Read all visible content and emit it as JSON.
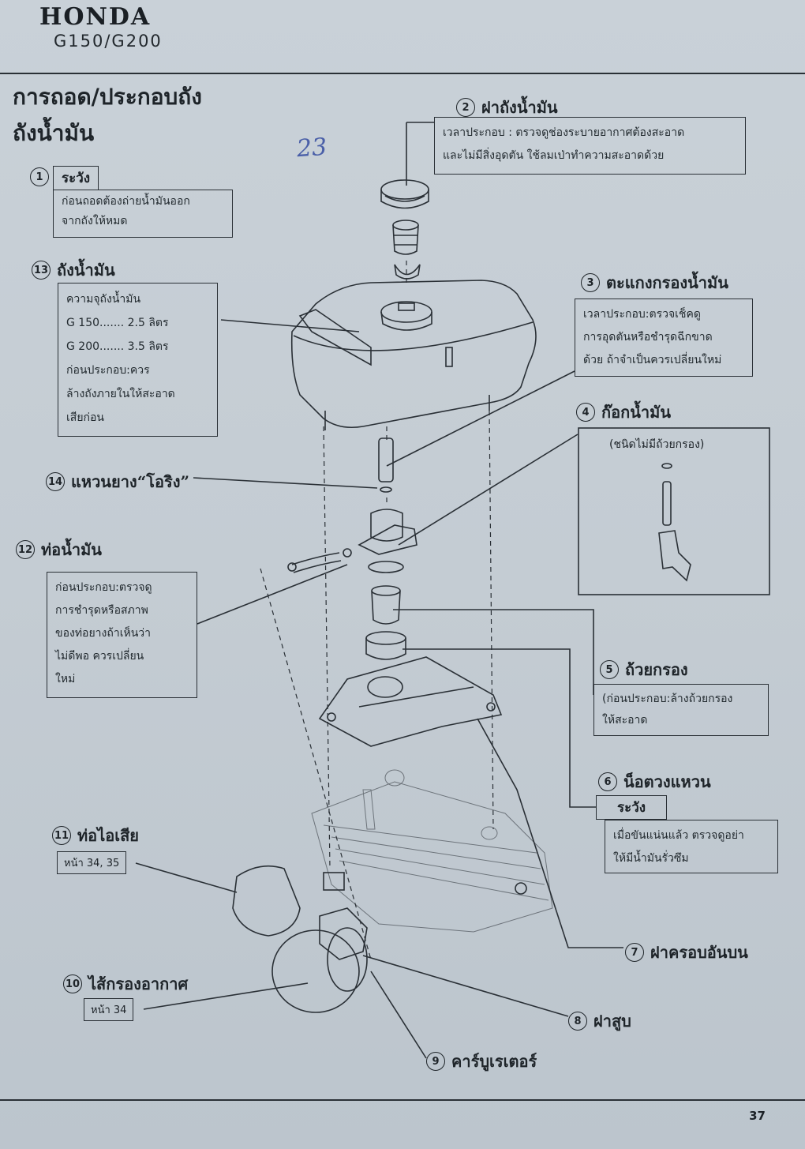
{
  "header": {
    "brand": "HONDA",
    "model": "G150/G200",
    "page_number": "37"
  },
  "title": {
    "line1": "การถอด/ประกอบถัง",
    "line2": "ถังน้ำมัน"
  },
  "handwritten_note": "23",
  "callouts": {
    "c1": {
      "num": "1",
      "warning": "ระวัง",
      "text": [
        "ก่อนถอดต้องถ่ายน้ำมันออก",
        "จากถังให้หมด"
      ]
    },
    "c2": {
      "num": "2",
      "label": "ฝาถังน้ำมัน",
      "text": [
        "เวลาประกอบ : ตรวจดูช่องระบายอากาศต้องสะอาด",
        "และไม่มีสิ่งอุดตัน ใช้ลมเป่าทำความสะอาดด้วย"
      ]
    },
    "c3": {
      "num": "3",
      "label": "ตะแกงกรองน้ำมัน",
      "text": [
        "เวลาประกอบ:ตรวจเช็คดู",
        "การอุดตันหรือชำรุดฉีกขาด",
        "ด้วย ถ้าจำเป็นควรเปลี่ยนใหม่"
      ]
    },
    "c4": {
      "num": "4",
      "label": "ก๊อกน้ำมัน",
      "inset_caption": "(ชนิดไม่มีถ้วยกรอง)"
    },
    "c5": {
      "num": "5",
      "label": "ถ้วยกรอง",
      "text": [
        "(ก่อนประกอบ:ล้างถ้วยกรอง",
        "ให้สะอาด"
      ]
    },
    "c6": {
      "num": "6",
      "label": "น็อตวงแหวน",
      "warning": "ระวัง",
      "text": [
        "เมื่อขันแน่นแล้ว ตรวจดูอย่า",
        "ให้มีน้ำมันรั่วซึม"
      ]
    },
    "c7": {
      "num": "7",
      "label": "ฝาครอบอันบน"
    },
    "c8": {
      "num": "8",
      "label": "ฝาสูบ"
    },
    "c9": {
      "num": "9",
      "label": "คาร์บูเรเตอร์"
    },
    "c10": {
      "num": "10",
      "label": "ไส้กรองอากาศ",
      "ref": "หน้า 34"
    },
    "c11": {
      "num": "11",
      "label": "ท่อไอเสีย",
      "ref": "หน้า 34, 35"
    },
    "c12": {
      "num": "12",
      "label": "ท่อน้ำมัน",
      "text": [
        "ก่อนประกอบ:ตรวจดู",
        "การชำรุดหรือสภาพ",
        "ของท่อยางถ้าเห็นว่า",
        "ไม่ดีพอ ควรเปลี่ยน",
        "ใหม่"
      ]
    },
    "c13": {
      "num": "13",
      "label": "ถังน้ำมัน",
      "text": [
        "ความจุถังน้ำมัน",
        "G 150....... 2.5 ลิตร",
        "G 200....... 3.5 ลิตร",
        "ก่อนประกอบ:ควร",
        "ล้างถังภายในให้สะอาด",
        "เสียก่อน"
      ]
    },
    "c14": {
      "num": "14",
      "label": "แหวนยาง“โอริง”"
    }
  }
}
